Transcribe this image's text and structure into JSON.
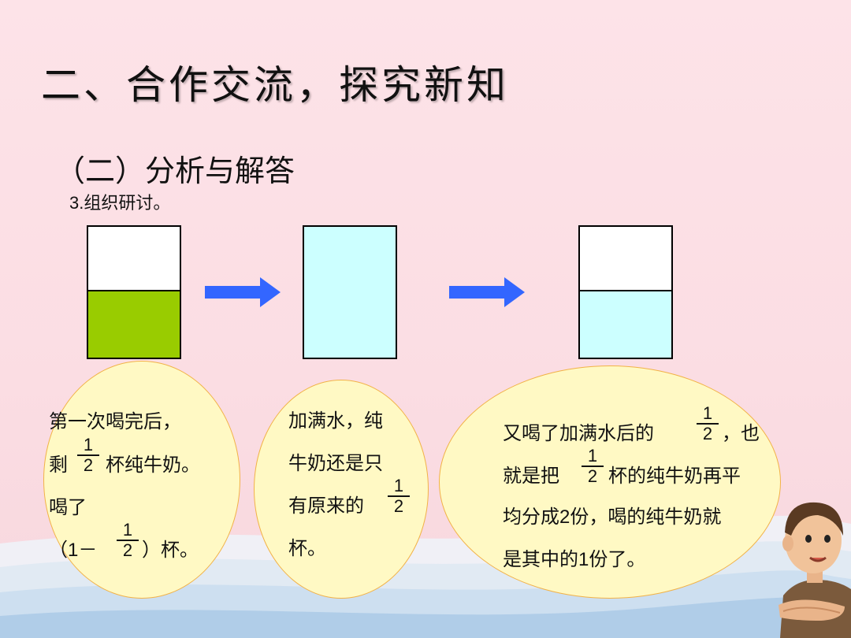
{
  "title": "二、合作交流，探究新知",
  "subtitle": "（二）分析与解答",
  "step": {
    "number": "3.",
    "text": "组织研讨。"
  },
  "colors": {
    "milk_green": "#99cc00",
    "water_blue": "#ccffff",
    "arrow_blue": "#3366ff",
    "bubble_fill": "#fff9c4",
    "bubble_border": "#f2b247"
  },
  "cups": [
    {
      "name": "cup-milk-half",
      "fill_fraction": 0.5,
      "fill": "milk-green"
    },
    {
      "name": "cup-full-water",
      "fill_fraction": 1.0,
      "fill": "water-blue"
    },
    {
      "name": "cup-half-water",
      "fill_fraction": 0.5,
      "fill": "water-blue"
    }
  ],
  "bubble1": {
    "line1": "第一次喝完后，",
    "line2_a": "剩",
    "line2_b": "杯纯牛奶。",
    "line3": "喝了",
    "line4_a": "（",
    "line4_num": "1",
    "line4_minus": "－",
    "line4_b": "）杯。",
    "frac1": {
      "n": "1",
      "d": "2"
    },
    "frac2": {
      "n": "1",
      "d": "2"
    }
  },
  "bubble2": {
    "line1": "加满水，纯",
    "line2": "牛奶还是只",
    "line3": "有原来的",
    "line4": "杯。",
    "frac": {
      "n": "1",
      "d": "2"
    }
  },
  "bubble3": {
    "line1_a": "又喝了加满水后的",
    "line1_b": "，也",
    "line2_a": "就是把",
    "line2_b": "杯的纯牛奶再平",
    "line3_a": "均分成",
    "line3_num": "2",
    "line3_b": "份，喝的纯牛奶就",
    "line4_a": "是其中的",
    "line4_num": "1",
    "line4_b": "份了。",
    "frac1": {
      "n": "1",
      "d": "2"
    },
    "frac2": {
      "n": "1",
      "d": "2"
    }
  },
  "character": "boy-illustration"
}
